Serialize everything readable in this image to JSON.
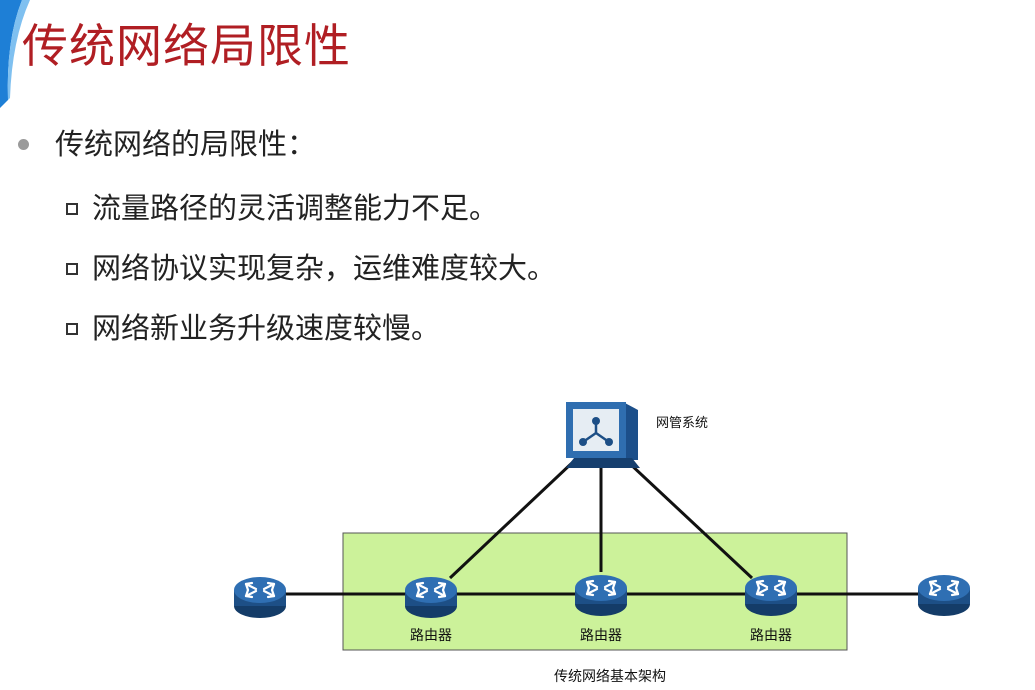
{
  "slide": {
    "title": "传统网络局限性",
    "main_bullet": "传统网络的局限性：",
    "sub_bullets": [
      "流量路径的灵活调整能力不足。",
      "网络协议实现复杂，运维难度较大。",
      "网络新业务升级速度较慢。"
    ]
  },
  "diagram": {
    "nms_label": "网管系统",
    "router_labels": [
      "路由器",
      "路由器",
      "路由器"
    ],
    "caption": "传统网络基本架构",
    "colors": {
      "network_area": "#ccf29a",
      "router_body": "#1d4f86",
      "router_top": "#2f6fb3"
    }
  }
}
